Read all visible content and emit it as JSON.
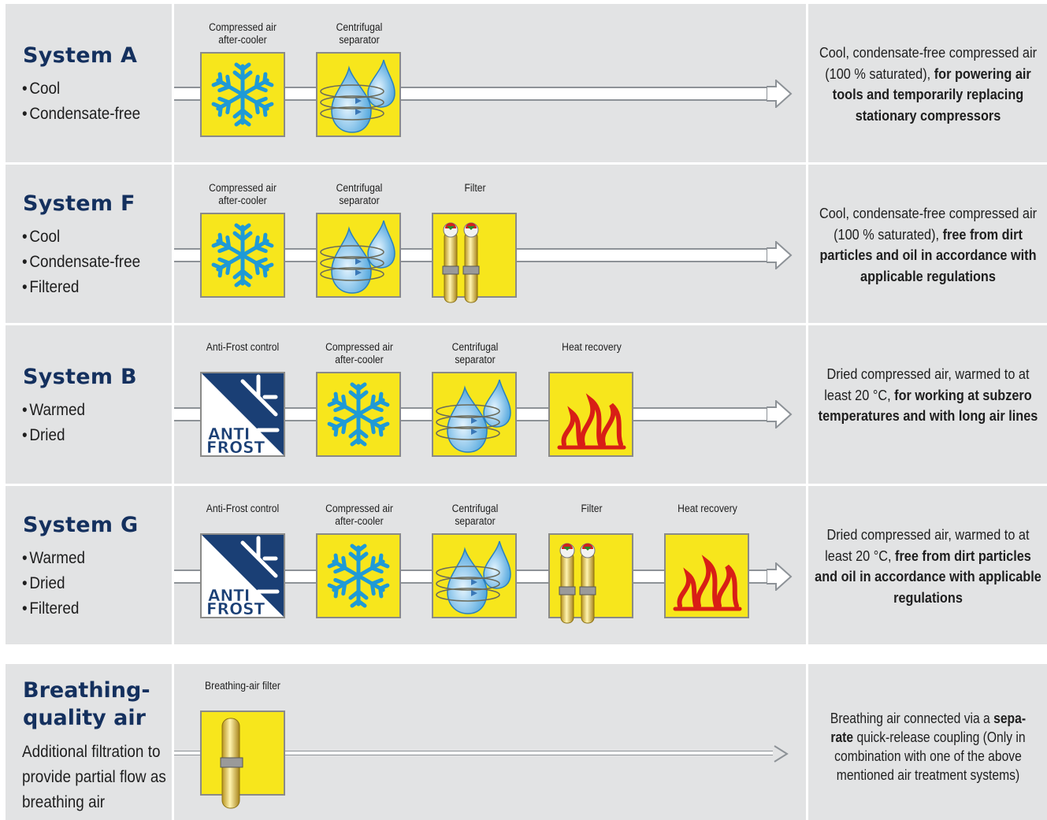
{
  "labels": {
    "aftercooler": "Compressed air after-cooler",
    "aftercooler_l1": "Compressed air",
    "aftercooler_l2": "after-cooler",
    "separator_l1": "Centrifugal",
    "separator_l2": "separator",
    "filter": "Filter",
    "antifrost": "Anti-Frost control",
    "heat": "Heat recovery",
    "breathing_filter": "Breathing-air filter",
    "antifrost_logo": "ANTI FROST"
  },
  "systems": [
    {
      "title": "System A",
      "features": [
        "Cool",
        "Condensate-free"
      ],
      "components": [
        "aftercooler",
        "separator"
      ],
      "desc_plain": "Cool, condensate-free compressed air (100 % saturated),",
      "desc_bold": "for powering air tools and temporarily replacing stationary compressors"
    },
    {
      "title": "System F",
      "features": [
        "Cool",
        "Condensate-free",
        "Filtered"
      ],
      "components": [
        "aftercooler",
        "separator",
        "filter"
      ],
      "desc_plain": "Cool, condensate-free compressed air (100 % saturated),",
      "desc_bold": "free from dirt particles and oil in accordance with applicable regulations"
    },
    {
      "title": "System B",
      "features": [
        "Warmed",
        "Dried"
      ],
      "components": [
        "antifrost",
        "aftercooler",
        "separator",
        "heat"
      ],
      "desc_plain": "Dried compressed air, warmed to at least 20 °C,",
      "desc_bold": "for working at subzero temperatures and with long air lines"
    },
    {
      "title": "System G",
      "features": [
        "Warmed",
        "Dried",
        "Filtered"
      ],
      "components": [
        "antifrost",
        "aftercooler",
        "separator",
        "filter",
        "heat"
      ],
      "desc_plain": "Dried compressed air, warmed to at least 20 °C,",
      "desc_bold": "free from dirt particles and oil in accordance with applicable regulations"
    }
  ],
  "breathing": {
    "title_l1": "Breathing-",
    "title_l2": "quality air",
    "text": "Additional filtration to provide partial flow as breathing air",
    "desc_1": "Breathing air connected via a",
    "desc_bold_1": "sepa-",
    "desc_bold_2": "rate",
    "desc_2": "quick-release coupling (Only in combination with one of the above mentioned air treatment systems)"
  },
  "colors": {
    "panel": "#e2e3e4",
    "title": "#14305e",
    "box_yellow": "#f7e61c",
    "antifrost_blue": "#1a3f75",
    "snowflake": "#1f9ad6",
    "flame": "#e2231a"
  },
  "icons": [
    "snowflake-icon",
    "water-drop-icon",
    "filter-cartridge-icon",
    "anti-frost-icon",
    "flame-icon",
    "breathing-filter-icon"
  ]
}
